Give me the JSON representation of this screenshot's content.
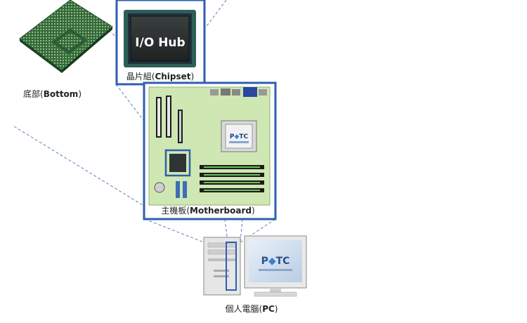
{
  "labels": {
    "io_hub": "I/O Hub",
    "chipset": {
      "zh": "晶片組(",
      "en": "Chipset",
      "close": ")"
    },
    "bottom": {
      "zh": "底部(",
      "en": "Bottom",
      "close": ")"
    },
    "motherboard": {
      "zh": "主機板(",
      "en": "Motherboard",
      "close": ")"
    },
    "pc": {
      "zh": "個人電腦(",
      "en": "PC",
      "close": ")"
    }
  },
  "logo": {
    "text_left": "P",
    "text_right": "TC"
  },
  "colors": {
    "frame_blue": "#2f5fae",
    "board_green": "#cfe7b2",
    "chip_teal": "#27564f",
    "chip_dark": "#262b2b",
    "package_green": "#2f6c3b"
  }
}
